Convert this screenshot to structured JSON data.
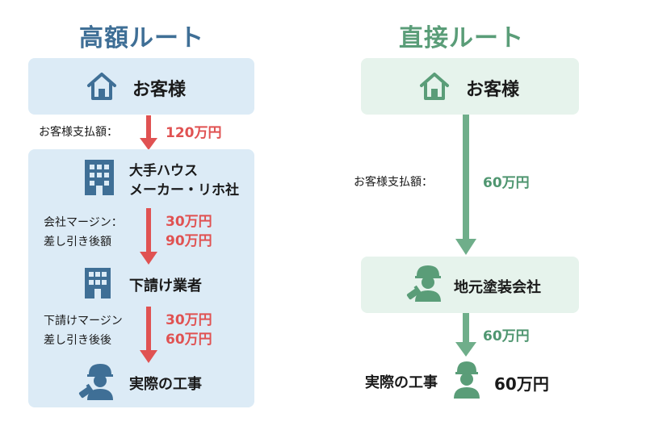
{
  "left": {
    "title": "高額ルート",
    "customer": "お客様",
    "pay_label": "お客様支払額：",
    "pay_value": "120万円",
    "maker_line1": "大手ハウス",
    "maker_line2": "メーカー・リホ社",
    "margin1_line1": "会社マージン：",
    "margin1_line2": "差し引き後額",
    "margin1_value1": "30万円",
    "margin1_value2": "90万円",
    "sub": "下請け業者",
    "margin2_line1": "下請けマージン",
    "margin2_line2": "差し引き後後",
    "margin2_value1": "30万円",
    "margin2_value2": "60万円",
    "work": "実際の工事"
  },
  "right": {
    "title": "直接ルート",
    "customer": "お客様",
    "pay_label": "お客様支払額：",
    "pay_value": "60万円",
    "company": "地元塗装会社",
    "flow_value": "60万円",
    "work": "実際の工事",
    "work_value": "60万円"
  },
  "colors": {
    "blue_title": "#3f6f96",
    "green_title": "#5a9d78",
    "red_arrow": "#e05252",
    "green_arrow": "#6fae8a",
    "blue_icon": "#3f6f96",
    "green_icon": "#5a9d78"
  }
}
